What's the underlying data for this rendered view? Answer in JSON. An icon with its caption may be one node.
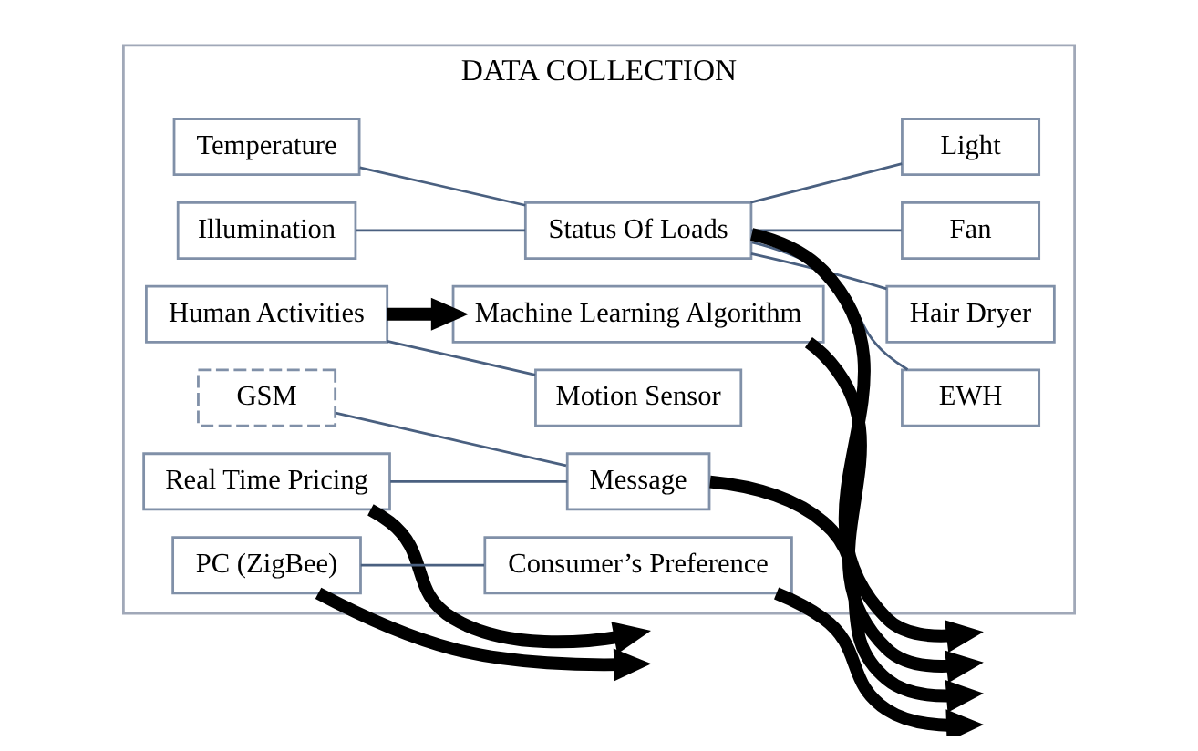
{
  "diagram": {
    "nodes": [
      {
        "text": [
          "DATA COLLECTION"
        ]
      },
      {
        "text": [
          "Real Time Pricing"
        ],
        "in": 0
      },
      {
        "text": [
          "GSM"
        ],
        "in": 0
      },
      {
        "text": [
          "PC (ZigBee)"
        ],
        "in": 0
      },
      {
        "text": [
          "Message"
        ],
        "in": 0
      },
      {
        "text": [
          "Consumer’s Preference"
        ],
        "in": 0
      },
      {
        "text": [
          "Human Activities"
        ],
        "in": 0
      },
      {
        "text": [
          "Machine Learning Algorithm"
        ],
        "in": 0
      },
      {
        "text": [
          "Motion Sensor"
        ],
        "in": 0
      },
      {
        "text": [
          "Temperature"
        ],
        "in": 0
      },
      {
        "text": [
          "Illumination"
        ],
        "in": 0
      },
      {
        "text": [
          "Status Of Loads"
        ],
        "in": 0
      },
      {
        "text": [
          "EWH"
        ],
        "in": 0
      },
      {
        "text": [
          "Hair Dryer"
        ],
        "in": 0
      },
      {
        "text": [
          "Fan"
        ],
        "in": 0
      },
      {
        "text": [
          "Light"
        ],
        "in": 0
      }
    ],
    "edges": [
      {
        "from": 1,
        "to": null,
        "arrow": "to",
        "style": "thick",
        "color": "#000000"
      },
      {
        "from": 1,
        "to": 4,
        "arrow": "none"
      },
      {
        "from": 2,
        "to": 4,
        "arrow": "none"
      },
      {
        "from": 3,
        "to": null,
        "arrow": "to",
        "style": "thick",
        "color": "#000000"
      },
      {
        "from": 4,
        "to": null,
        "arrow": "to",
        "style": "thick",
        "color": "#000000"
      },
      {
        "from": 3,
        "to": 5,
        "arrow": "none"
      },
      {
        "from": 5,
        "to": null,
        "arrow": "to",
        "style": "thick",
        "color": "#000000"
      },
      {
        "from": 6,
        "to": 7,
        "arrow": "to",
        "style": "thick",
        "color": "#000000"
      },
      {
        "from": 7,
        "to": null,
        "arrow": "to",
        "style": "thick",
        "color": "#000000"
      },
      {
        "from": 6,
        "to": 8,
        "arrow": "none"
      },
      {
        "from": 9,
        "to": 11,
        "arrow": "none"
      },
      {
        "from": 10,
        "to": 11,
        "arrow": "none"
      },
      {
        "from": 11,
        "to": null,
        "arrow": "to",
        "style": "thick",
        "color": "#000000"
      },
      {
        "from": 11,
        "to": 12,
        "arrow": "none"
      },
      {
        "from": 11,
        "to": 13,
        "arrow": "none"
      },
      {
        "from": 11,
        "to": 14,
        "arrow": "none"
      },
      {
        "from": 11,
        "to": 15,
        "arrow": "none"
      }
    ]
  }
}
